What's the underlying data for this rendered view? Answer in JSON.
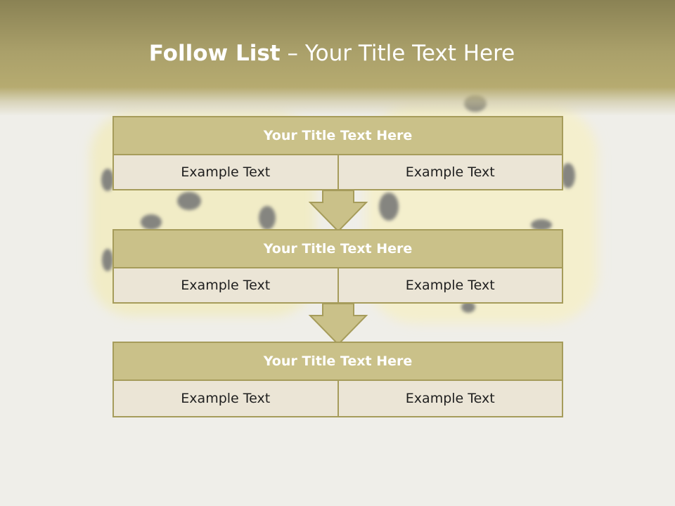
{
  "slide": {
    "title_bold": "Follow List",
    "title_rest": " – Your Title Text Here"
  },
  "steps": [
    {
      "title": "Your Title Text Here",
      "left": "Example Text",
      "right": "Example Text"
    },
    {
      "title": "Your Title Text Here",
      "left": "Example Text",
      "right": "Example Text"
    },
    {
      "title": "Your Title Text Here",
      "left": "Example Text",
      "right": "Example Text"
    }
  ],
  "colors": {
    "header": "#aaa06a",
    "block_title": "#cac189",
    "block_cell": "#ebe5d6",
    "border": "#a69c5b"
  },
  "background_image": "blurred-dice-icon"
}
